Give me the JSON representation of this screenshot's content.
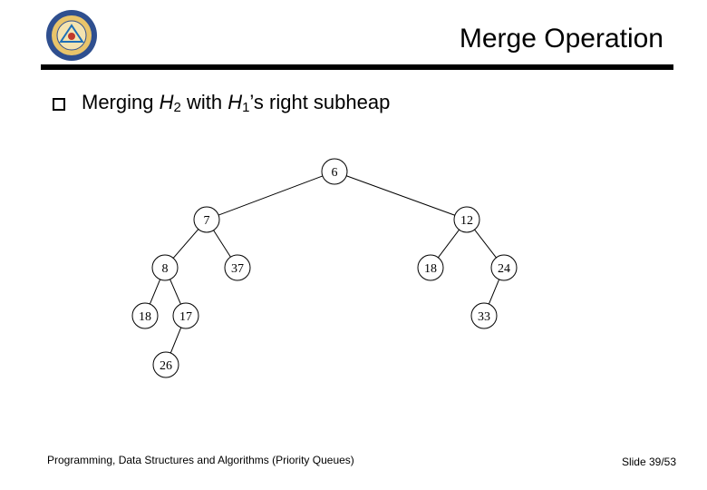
{
  "header": {
    "title": "Merge Operation",
    "logo_icon": "university-seal-icon"
  },
  "bullet": {
    "part1": "Merging ",
    "h2_letter": "H",
    "h2_sub": "2",
    "part2": " with ",
    "h1_letter": "H",
    "h1_sub": "1",
    "part3": "’s right subheap"
  },
  "tree": {
    "nodes": [
      {
        "id": "n6",
        "label": "6"
      },
      {
        "id": "n7",
        "label": "7"
      },
      {
        "id": "n12",
        "label": "12"
      },
      {
        "id": "n8",
        "label": "8"
      },
      {
        "id": "n37",
        "label": "37"
      },
      {
        "id": "n18a",
        "label": "18"
      },
      {
        "id": "n24",
        "label": "24"
      },
      {
        "id": "n18b",
        "label": "18"
      },
      {
        "id": "n17",
        "label": "17"
      },
      {
        "id": "n33",
        "label": "33"
      },
      {
        "id": "n26",
        "label": "26"
      }
    ],
    "edges": [
      [
        "n6",
        "n7"
      ],
      [
        "n6",
        "n12"
      ],
      [
        "n7",
        "n8"
      ],
      [
        "n7",
        "n37"
      ],
      [
        "n12",
        "n18a"
      ],
      [
        "n12",
        "n24"
      ],
      [
        "n8",
        "n18b"
      ],
      [
        "n8",
        "n17"
      ],
      [
        "n24",
        "n33"
      ],
      [
        "n17",
        "n26"
      ]
    ]
  },
  "footer": {
    "left": "Programming, Data Structures and Algorithms (Priority Queues)",
    "right": "Slide 39/53"
  }
}
